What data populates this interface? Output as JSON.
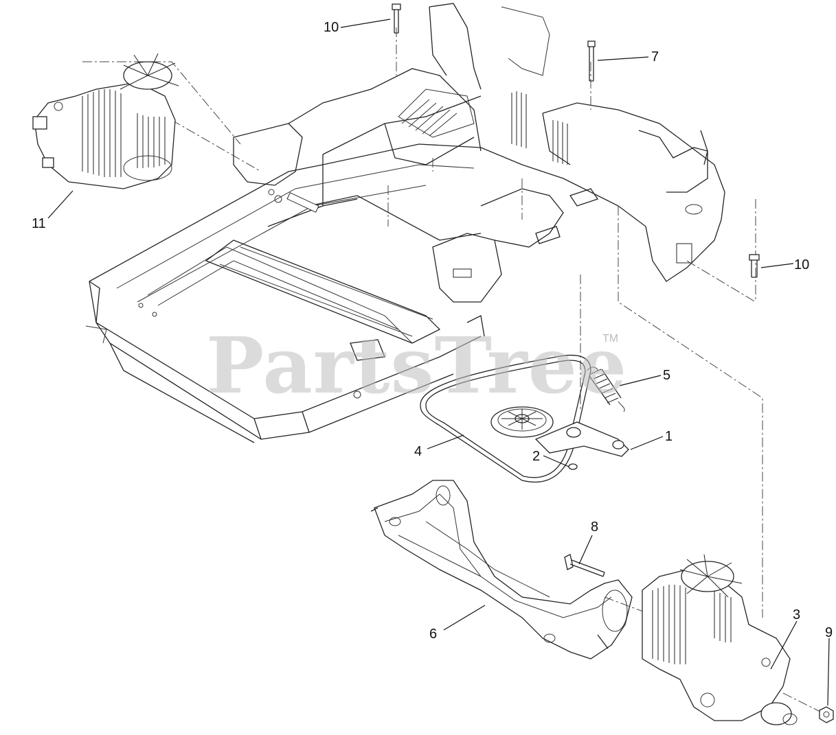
{
  "watermark": {
    "text": "PartsTree",
    "trademark": "TM"
  },
  "callouts": [
    {
      "id": "c10a",
      "label": "10"
    },
    {
      "id": "c7",
      "label": "7"
    },
    {
      "id": "c11",
      "label": "11"
    },
    {
      "id": "c10b",
      "label": "10"
    },
    {
      "id": "c5",
      "label": "5"
    },
    {
      "id": "c1",
      "label": "1"
    },
    {
      "id": "c4",
      "label": "4"
    },
    {
      "id": "c2",
      "label": "2"
    },
    {
      "id": "c8",
      "label": "8"
    },
    {
      "id": "c3",
      "label": "3"
    },
    {
      "id": "c9",
      "label": "9"
    },
    {
      "id": "c6",
      "label": "6"
    }
  ]
}
